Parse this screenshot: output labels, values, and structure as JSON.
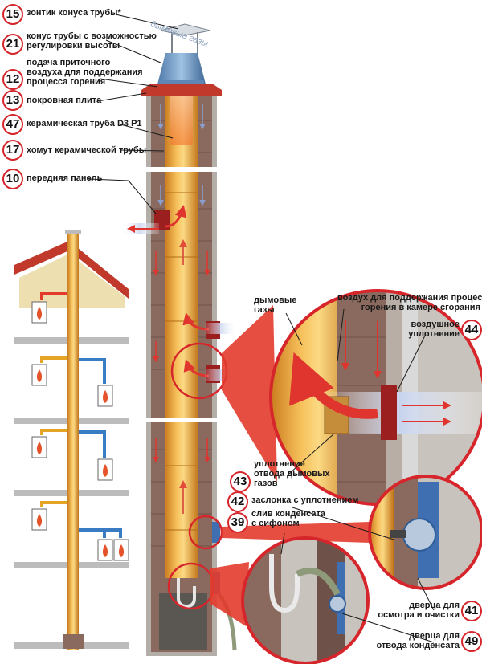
{
  "callouts": [
    {
      "num": "15",
      "text": "зонтик конуса трубы*"
    },
    {
      "num": "21",
      "text_lines": [
        "конус трубы с возможностью",
        "регулировки высоты"
      ]
    },
    {
      "num": "12",
      "text_lines": [
        "подача приточного",
        "воздуха для поддержания",
        "процесса горения"
      ]
    },
    {
      "num": "13",
      "text": "покровная плита"
    },
    {
      "num": "47",
      "text": "керамическая труба D3 P1"
    },
    {
      "num": "17",
      "text": "хомут керамической трубы"
    },
    {
      "num": "10",
      "text": "передняя панель"
    },
    {
      "num": "44",
      "text_lines": [
        "воздушное",
        "уплотнение"
      ]
    },
    {
      "num": "43",
      "text_lines": [
        "уплотнение",
        "отвода дымовых",
        "газов"
      ]
    },
    {
      "num": "42",
      "text": "заслонка с уплотнением"
    },
    {
      "num": "39",
      "text_lines": [
        "слив конденсата",
        "с сифоном"
      ]
    },
    {
      "num": "41",
      "text_lines": [
        "дверца для",
        "осмотра и очистки"
      ]
    },
    {
      "num": "49",
      "text_lines": [
        "дверца для",
        "отвода конденсата"
      ]
    }
  ],
  "detail_labels": {
    "flue_gases": [
      "дымовые",
      "газы"
    ],
    "combustion_air": [
      "воздух для поддержания процесса",
      "горения в камере сгорания"
    ]
  },
  "smoke_label": "дымовые газы",
  "colors": {
    "accent": "#d6262b",
    "pipe": "#e8a83a",
    "brick": "#8a6a5e",
    "concrete": "#b9b4ae",
    "roof": "#c0392b",
    "air": "#7f96c8"
  },
  "icons": [
    "flame-icon",
    "arrow-icon"
  ]
}
